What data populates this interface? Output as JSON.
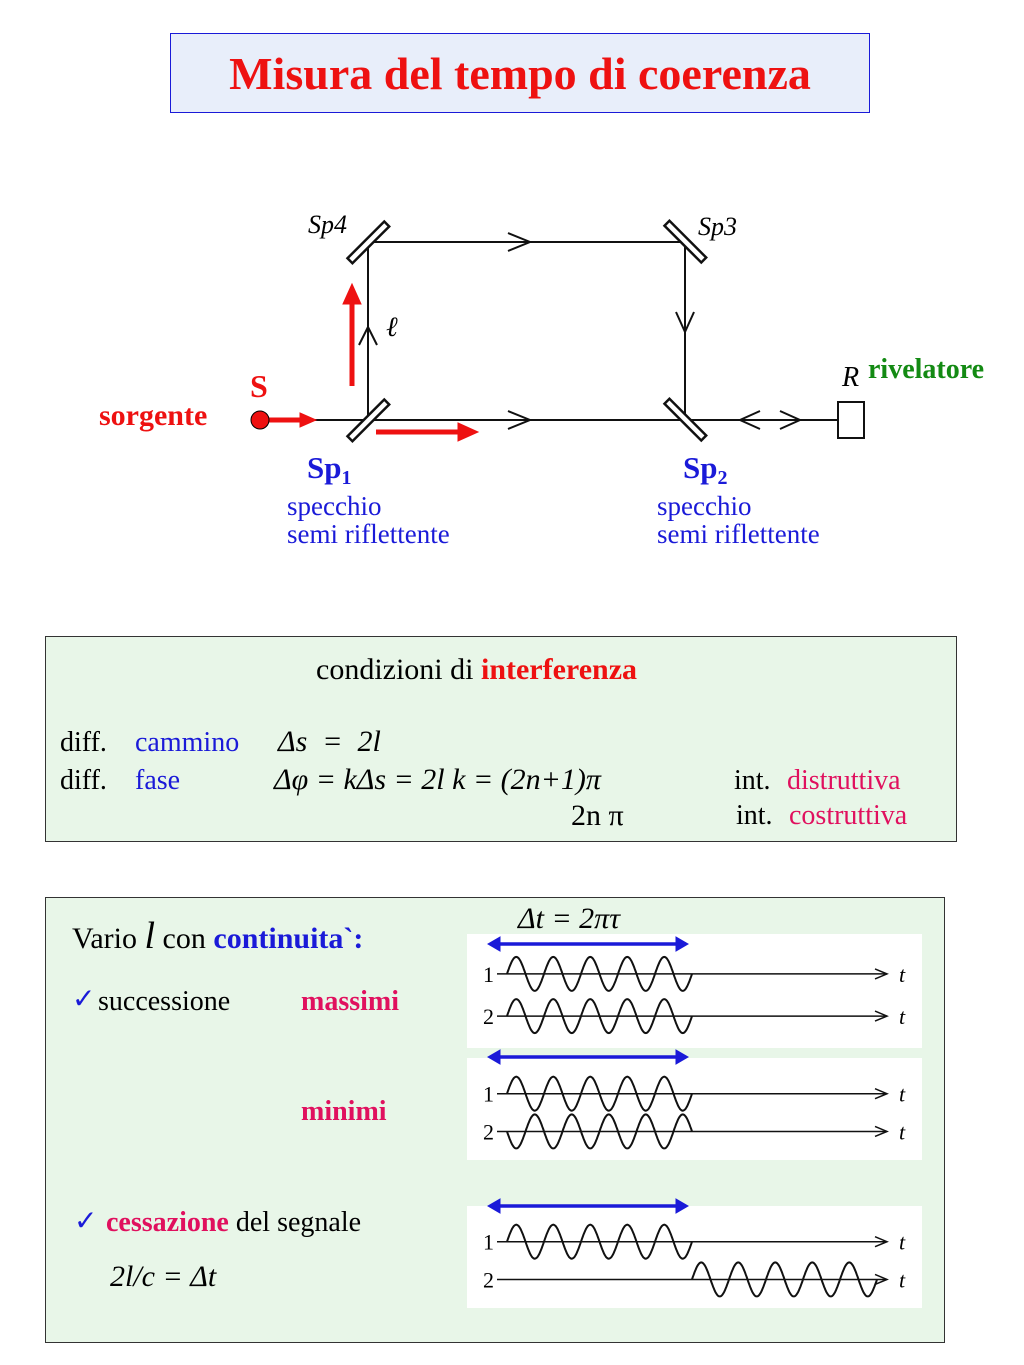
{
  "title": "Misura del tempo di coerenza",
  "diagram": {
    "sp4": "Sp4",
    "sp3": "Sp3",
    "ell": "ℓ",
    "r": "R",
    "rivelatore": "rivelatore",
    "s": "S",
    "sorgente": "sorgente",
    "sp1_main": "Sp",
    "sp1_sub": "1",
    "sp2_main": "Sp",
    "sp2_sub": "2",
    "sp1_line1": "specchio",
    "sp1_line2": "semi riflettente",
    "sp2_line1": "specchio",
    "sp2_line2": "semi riflettente"
  },
  "conditions": {
    "heading_plain": "condizioni di ",
    "heading_bold": "interferenza",
    "row1_label": "diff.",
    "row1_term": "cammino",
    "row1_formula": "Δs  =  2l",
    "row2_label": "diff.",
    "row2_term": "fase",
    "row2_formula": "Δφ = kΔs = 2l k = (2n+1)π",
    "row2_int": "int.",
    "row2_type": "distruttiva",
    "row3_formula": "2n π",
    "row3_int": "int.",
    "row3_type": "costruttiva"
  },
  "continuity": {
    "vario": "Vario ",
    "l": "l",
    "con": " con ",
    "continuita": "continuita`:",
    "dt_formula": "Δt = 2πτ",
    "check1": "✓",
    "successione": "successione",
    "massimi": "massimi",
    "minimi": "minimi",
    "check2": "✓",
    "cessazione": "cessazione",
    "del_segnale": " del segnale",
    "relation": "2l/c = Δt",
    "wave_labels": [
      "1",
      "2"
    ],
    "axis_label": "t"
  }
}
